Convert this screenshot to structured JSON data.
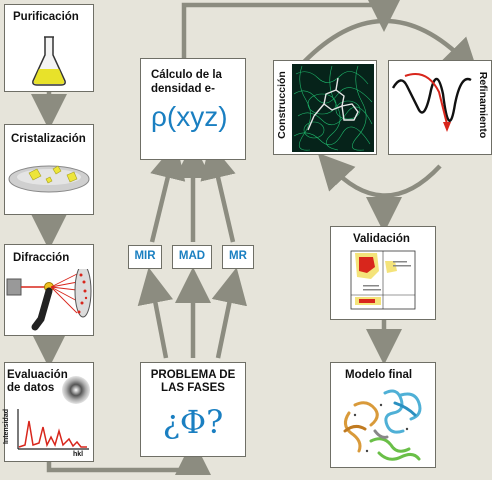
{
  "steps": {
    "purificacion": "Purificación",
    "cristalizacion": "Cristalización",
    "difraccion": "Difracción",
    "evaluacion_l1": "Evaluación",
    "evaluacion_l2": "de datos",
    "intensidad": "Intensidad",
    "hkl": "hkl",
    "calculo_l1": "Cálculo de la",
    "calculo_l2": "densidad e-",
    "rho": "ρ(xyz)",
    "mir": "MIR",
    "mad": "MAD",
    "mr": "MR",
    "problema_l1": "PROBLEMA DE",
    "problema_l2": "LAS FASES",
    "phi": "¿Φ?",
    "construccion": "Construcción",
    "refinamiento": "Refinamiento",
    "validacion": "Validación",
    "modelo_final": "Modelo final"
  },
  "colors": {
    "arrow": "#8c8c80",
    "background": "#e6e4da",
    "accent_blue": "#1a7fc1",
    "liquid_yellow": "#e8e22a",
    "density_green": "#1fb86c",
    "curve_red": "#d8261c"
  }
}
